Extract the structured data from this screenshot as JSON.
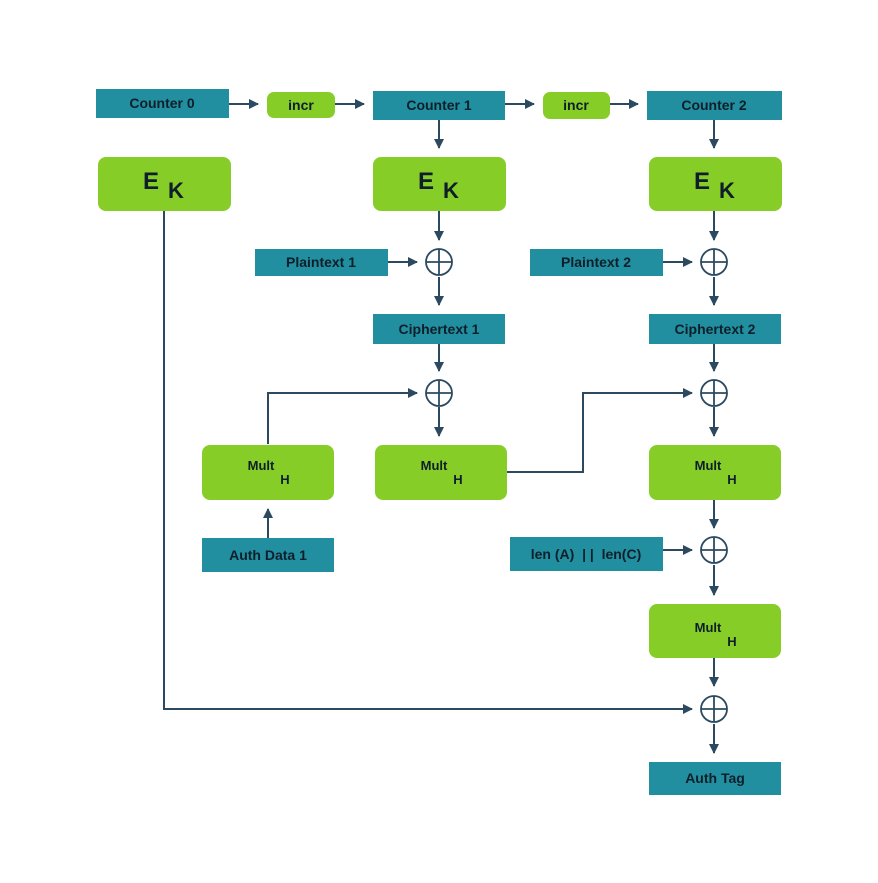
{
  "colors": {
    "teal_box": "#218fa0",
    "green_box": "#86cd27",
    "line": "#2b4a61",
    "text": "#0e1f2b"
  },
  "diagram": {
    "counter0": "Counter 0",
    "counter1": "Counter 1",
    "counter2": "Counter 2",
    "incr1": "incr",
    "incr2": "incr",
    "ek": {
      "main": "E",
      "sub": "K"
    },
    "plaintext1": "Plaintext 1",
    "plaintext2": "Plaintext 2",
    "ciphertext1": "Ciphertext 1",
    "ciphertext2": "Ciphertext 2",
    "mult": {
      "main": "Mult",
      "sub": "H"
    },
    "auth_data1": "Auth Data 1",
    "len_label": "len (A)  | |  len(C)",
    "auth_tag": "Auth Tag",
    "xor_icon": "circled-plus-icon"
  }
}
